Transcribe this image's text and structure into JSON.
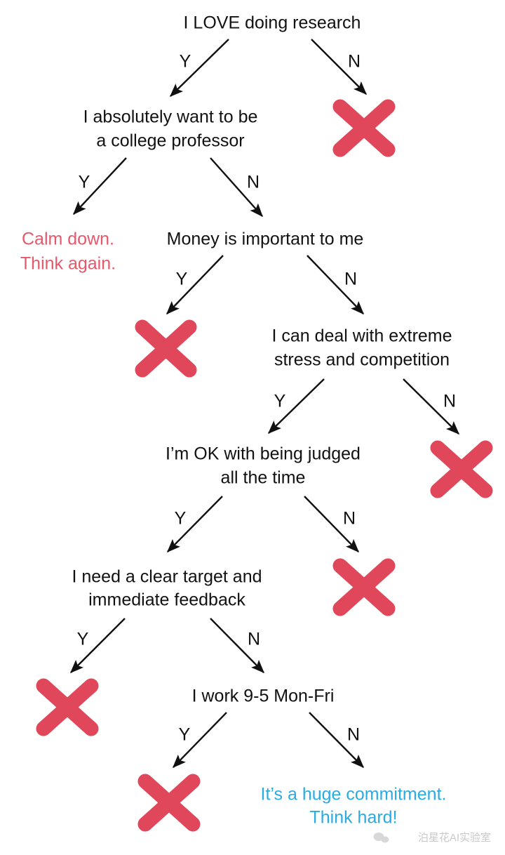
{
  "diagram": {
    "title": "Should I become a college professor? decision tree",
    "background_color": "#ffffff",
    "colors": {
      "text": "#111111",
      "edge": "#111111",
      "x_mark_red": "#e0475a",
      "leaf_pink": "#e4596b",
      "leaf_cyan": "#2aabe2",
      "watermark": "#c9c9c9"
    },
    "branch_labels": {
      "yes": "Y",
      "no": "N"
    },
    "questions": [
      {
        "id": "q1",
        "line1": "I LOVE doing research",
        "line2": ""
      },
      {
        "id": "q2",
        "line1": "I absolutely want to be",
        "line2": "a college professor"
      },
      {
        "id": "q3",
        "line1": "Money is important to me",
        "line2": ""
      },
      {
        "id": "q4",
        "line1": "I can deal with extreme",
        "line2": "stress and competition"
      },
      {
        "id": "q5",
        "line1": "I’m OK with being judged",
        "line2": "all the time"
      },
      {
        "id": "q6",
        "line1": "I need a clear target and",
        "line2": "immediate feedback"
      },
      {
        "id": "q7",
        "line1": "I work 9-5 Mon-Fri",
        "line2": ""
      }
    ],
    "leaves": [
      {
        "id": "leaf-calm",
        "line1": "Calm down.",
        "line2": "Think again.",
        "style": "pink"
      },
      {
        "id": "leaf-commitment",
        "line1": "It’s a huge commitment.",
        "line2": "Think hard!",
        "style": "cyan"
      }
    ],
    "x_marks_count": 6,
    "branch_labels_sequence": [
      "Y",
      "N",
      "Y",
      "N",
      "Y",
      "N",
      "Y",
      "N",
      "Y",
      "N",
      "Y",
      "N",
      "Y",
      "N"
    ],
    "watermark": {
      "text": "泊星花AI实验室",
      "icon": "wechat-icon"
    }
  }
}
